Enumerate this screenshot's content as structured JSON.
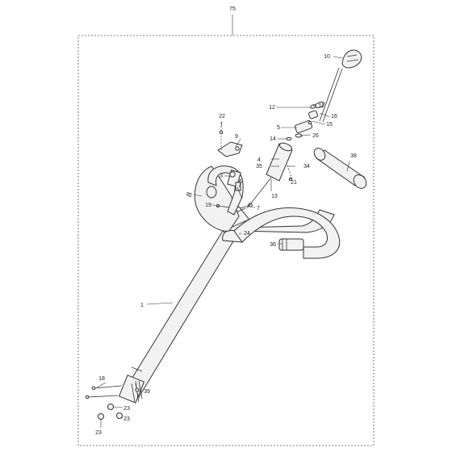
{
  "diagram": {
    "assembly_number": "75",
    "callouts": [
      "1",
      "2",
      "3",
      "4",
      "5",
      "6",
      "7",
      "8",
      "9",
      "10",
      "11",
      "12",
      "13",
      "14",
      "15",
      "16",
      "18",
      "19",
      "21",
      "22",
      "23",
      "23",
      "23",
      "24",
      "26",
      "34",
      "35",
      "36",
      "38",
      "39"
    ]
  }
}
